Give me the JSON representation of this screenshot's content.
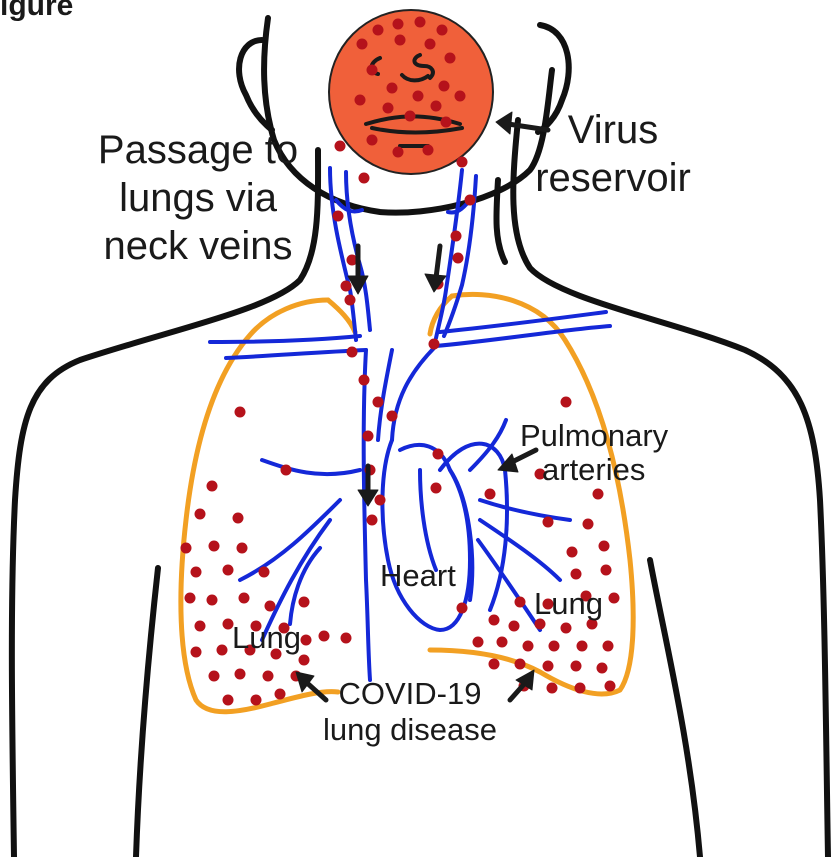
{
  "figure": {
    "header_fragment": "igure",
    "labels": {
      "passage": [
        "Passage to",
        "lungs via",
        "neck veins"
      ],
      "virus_reservoir": [
        "Virus",
        "reservoir"
      ],
      "pulmonary_arteries": [
        "Pulmonary",
        "arteries"
      ],
      "heart": "Heart",
      "lung_left": "Lung",
      "lung_right": "Lung",
      "covid": [
        "COVID-19",
        "lung disease"
      ]
    },
    "colors": {
      "outline": "#111111",
      "head_circle": "#f0603a",
      "veins": "#1428d8",
      "lungs": "#f2a023",
      "virus_particles": "#b5121b",
      "arrows": "#1a1a1a"
    }
  }
}
